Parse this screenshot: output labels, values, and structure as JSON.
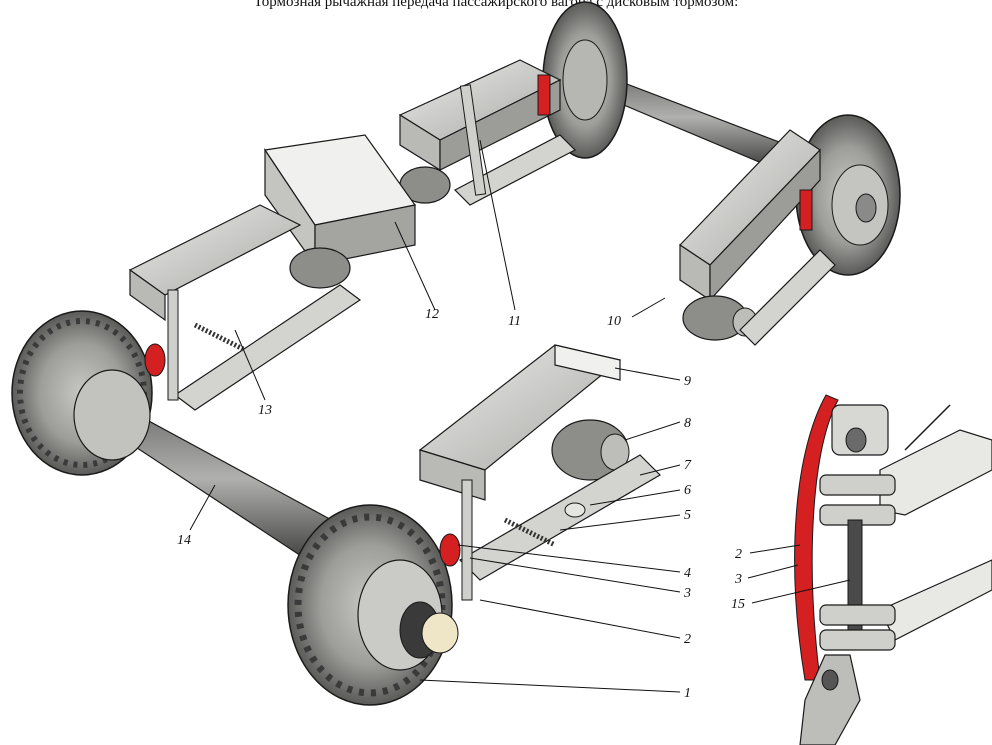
{
  "caption": "Тормозная рычажная передача пассажирского вагона с дисковым тормозом:",
  "colors": {
    "metal_light": "#d9d9d6",
    "metal_mid": "#a9a9a6",
    "metal_dark": "#4a4a4a",
    "outline": "#1a1a1a",
    "brake_pad": "#d42020",
    "axle_face": "#efe6c8"
  },
  "callouts": {
    "c1": "1",
    "c2": "2",
    "c3": "3",
    "c4": "4",
    "c5": "5",
    "c6": "6",
    "c7": "7",
    "c8": "8",
    "c9": "9",
    "c10": "10",
    "c11": "11",
    "c12": "12",
    "c13": "13",
    "c14": "14",
    "d2": "2",
    "d3": "3",
    "d15": "15"
  }
}
